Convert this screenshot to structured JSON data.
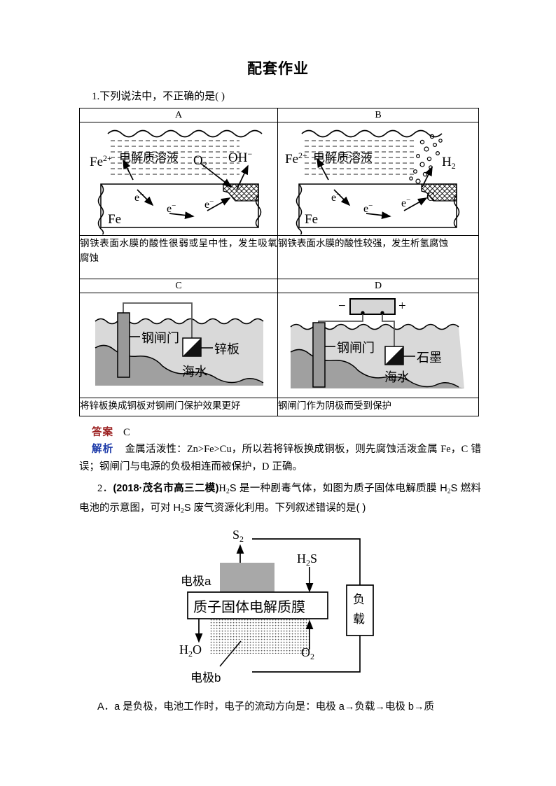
{
  "document": {
    "title": "配套作业"
  },
  "question1": {
    "stem": "1.下列说法中，不正确的是(        )",
    "options": [
      {
        "letter": "A",
        "desc": "钢铁表面水膜的酸性很弱或呈中性，发生吸氧腐蚀"
      },
      {
        "letter": "B",
        "desc": "钢铁表面水膜的酸性较强，发生析氢腐蚀"
      },
      {
        "letter": "C",
        "desc": "将锌板换成铜板对钢闸门保护效果更好"
      },
      {
        "letter": "D",
        "desc": "钢闸门作为阴极而受到保护"
      }
    ],
    "figureA": {
      "electrolyte_label": "电解质溶液",
      "metal_label": "Fe",
      "ion_label": "Fe",
      "ion_charge": "2+",
      "oxygen_label": "O",
      "oxygen_sub": "2",
      "hydroxide_label": "OH",
      "hydroxide_charge": "−",
      "electron_label": "e",
      "electron_charge": "−"
    },
    "figureB": {
      "electrolyte_label": "电解质溶液",
      "metal_label": "Fe",
      "ion_label": "Fe",
      "ion_charge": "2+",
      "hydrogen_label": "H",
      "hydrogen_sub": "2",
      "carbon_label": "C",
      "electron_label": "e",
      "electron_charge": "−"
    },
    "figureC": {
      "gate_label": "钢闸门",
      "zinc_label": "锌板",
      "seawater_label": "海水"
    },
    "figureD": {
      "gate_label": "钢闸门",
      "graphite_label": "石墨",
      "seawater_label": "海水",
      "negative_terminal": "−",
      "positive_terminal": "+"
    },
    "answer_label": "答案",
    "answer_value": "C",
    "analysis_label": "解析",
    "analysis_text_1": "金属活泼性：",
    "analysis_series": "Zn>Fe>Cu",
    "analysis_text_2": "，所以若将锌板换成铜板，则先腐蚀活泼金属 ",
    "analysis_fe": "Fe",
    "analysis_text_3": "，",
    "analysis_c": "C",
    "analysis_text_4": " 错误；钢闸门与电源的负极相连而被保护，",
    "analysis_d": "D",
    "analysis_text_5": " 正确。"
  },
  "question2": {
    "number": "2．",
    "source": "(2018·茂名市高三二模)",
    "stem_part1": "H",
    "stem_sub1": "2",
    "stem_part2": "S 是一种剧毒气体，如图为质子固体电解质膜 H",
    "stem_sub2": "2",
    "stem_part3": "S 燃料电池的示意图，可对 H",
    "stem_sub3": "2",
    "stem_part4": "S 废气资源化利用。下列叙述错误的是(        )",
    "figure": {
      "sulfur_label": "S",
      "sulfur_sub": "2",
      "electrode_a_label": "电极a",
      "membrane_label": "质子固体电解质膜",
      "h2s_label": "H",
      "h2s_sub": "2",
      "h2s_suffix": "S",
      "load_label": "负载",
      "water_label": "H",
      "water_sub": "2",
      "water_suffix": "O",
      "oxygen_label": "O",
      "oxygen_sub": "2",
      "electrode_b_label": "电极b"
    },
    "optionA": "A．a 是负极，电池工作时，电子的流动方向是：电极 a→负载→电极 b→质"
  },
  "colors": {
    "answer_red": "#9c2121",
    "analysis_blue": "#1b39a8",
    "water_gray": "#d9d9d9",
    "seabed_gray": "#a0a0a0",
    "gate_gray": "#999999",
    "electrode_gray": "#a8a8a8",
    "battery_gray": "#d6d6d6"
  }
}
